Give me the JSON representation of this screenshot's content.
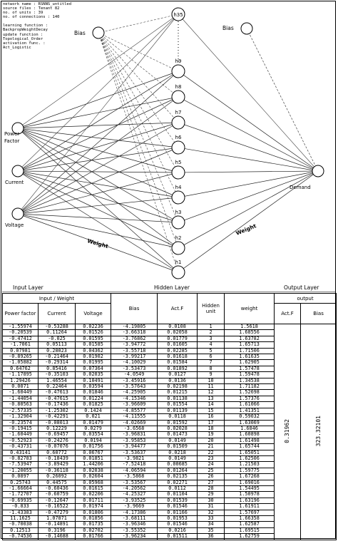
{
  "info": {
    "lines": [
      "network name : RSNNS_untitled",
      "source files : Tenant 82",
      "no. of units : 39",
      "no. of connections : 140"
    ],
    "lines2": [
      "learning function :",
      "BackpropWeightDecay",
      "update function :",
      "Topological_Order",
      "activation func. :",
      "Act_Logistic"
    ]
  },
  "network": {
    "inputs": [
      "Power Factor",
      "Current",
      "Voltage"
    ],
    "hidden": [
      "h1",
      "h2",
      "h3",
      "h4",
      "h5",
      "h6",
      "h7",
      "h8",
      "h9",
      "h35"
    ],
    "output": "Demand",
    "bias_label": "Bias",
    "weight_label": "Weight",
    "layers": [
      "Input Layer",
      "Hidden Layer",
      "Output Layer"
    ]
  },
  "table": {
    "group_input": "Input / Weight",
    "group_output": "output",
    "col_power": "Power factor",
    "col_current": "Current",
    "col_voltage": "Voltage",
    "col_bias": "Bias",
    "col_actf": "Act.F",
    "col_hidden": "Hidden unit",
    "col_weight": "weight",
    "col_out_actf": "Act.F",
    "col_out_bias": "Bias",
    "out_actf_value": "0.31962",
    "out_bias_value": "323.32101",
    "rows": [
      [
        "-1.55974",
        "-0.53288",
        "0.02236",
        "-4.19805",
        "0.0108",
        "1",
        "1.5618"
      ],
      [
        "-0.20539",
        "0.11264",
        "0.01526",
        "-3.66318",
        "0.02058",
        "2",
        "1.68556"
      ],
      [
        "-0.47412",
        "-0.025",
        "0.01595",
        "-3.76862",
        "0.01779",
        "3",
        "1.63782"
      ],
      [
        "-1.7061",
        "0.05113",
        "0.01585",
        "-3.94772",
        "0.01605",
        "4",
        "1.65713"
      ],
      [
        "0.07981",
        "0.28023",
        "0.04362",
        "-3.55718",
        "0.02285",
        "5",
        "1.71506"
      ],
      [
        "-0.89265",
        "-0.21464",
        "0.01902",
        "-3.99217",
        "0.01618",
        "6",
        "1.61635"
      ],
      [
        "-1.05882",
        "-0.29314",
        "0.01995",
        "-4.10029",
        "0.01584",
        "7",
        "1.62905"
      ],
      [
        "0.64762",
        "0.85416",
        "0.07364",
        "-3.53473",
        "0.01892",
        "8",
        "1.57478"
      ],
      [
        "-1.17895",
        "-0.35103",
        "0.02035",
        "-4.0549",
        "0.0127",
        "9",
        "1.59478"
      ],
      [
        "1.29426",
        "1.46554",
        "0.10491",
        "-3.45916",
        "0.0136",
        "10",
        "1.34538"
      ],
      [
        "0.0071",
        "0.22464",
        "0.03594",
        "-3.57643",
        "0.02198",
        "11",
        "1.71182"
      ],
      [
        "-1.60449",
        "-0.47613",
        "0.01846",
        "-4.25905",
        "0.01215",
        "12",
        "1.52698"
      ],
      [
        "-1.44054",
        "-0.47615",
        "0.01224",
        "-4.15346",
        "0.01138",
        "13",
        "1.57376"
      ],
      [
        "-0.80563",
        "-0.17436",
        "0.01825",
        "-3.96609",
        "0.01554",
        "14",
        "1.61066"
      ],
      [
        "-2.57335",
        "-1.25302",
        "0.1424",
        "-4.85577",
        "0.01139",
        "15",
        "1.41351"
      ],
      [
        "-1.32904",
        "-0.42291",
        "0.021",
        "-4.11555",
        "0.0118",
        "16",
        "0.59032"
      ],
      [
        "-0.23574",
        "-0.08013",
        "0.01479",
        "-4.02669",
        "0.01592",
        "17",
        "1.63069"
      ],
      [
        "-0.19415",
        "0.12229",
        "0.0279",
        "-3.6568",
        "0.02028",
        "18",
        "1.6846"
      ],
      [
        "-1.60449",
        "-0.69457",
        "0.03554",
        "-3.96831",
        "0.01473",
        "19",
        "1.60898"
      ],
      [
        "-0.52923",
        "-0.24276",
        "0.0194",
        "-3.95853",
        "0.0149",
        "20",
        "1.61498"
      ],
      [
        "-0.43731",
        "-0.07076",
        "0.01756",
        "-3.94477",
        "0.01509",
        "21",
        "1.65744"
      ],
      [
        "0.43141",
        "0.60772",
        "0.06767",
        "-3.53637",
        "0.0218",
        "22",
        "1.65051"
      ],
      [
        "-0.82783",
        "-0.18439",
        "0.01851",
        "-3.9821",
        "0.0149",
        "23",
        "1.62506"
      ],
      [
        "-7.53947",
        "-3.89429",
        "1.44206",
        "-7.52418",
        "0.00685",
        "24",
        "1.21503"
      ],
      [
        "-1.20055",
        "-0.36118",
        "0.02038",
        "-4.06594",
        "0.01264",
        "25",
        "1.59775"
      ],
      [
        "0.0897",
        "0.26092",
        "0.02604",
        "-3.5868",
        "0.02135",
        "26",
        "1.67268"
      ],
      [
        "0.25743",
        "0.44575",
        "0.05968",
        "-3.53567",
        "0.02271",
        "27",
        "1.69016"
      ],
      [
        "-1.66664",
        "-0.60436",
        "0.01615",
        "-4.20562",
        "0.0112",
        "28",
        "1.54495"
      ],
      [
        "-1.72707",
        "-0.60759",
        "0.02206",
        "-4.25327",
        "0.01104",
        "29",
        "1.50978"
      ],
      [
        "-0.69935",
        "-0.12647",
        "0.01711",
        "-3.93525",
        "0.01539",
        "30",
        "1.63196"
      ],
      [
        "-0.833",
        "-0.16522",
        "0.01974",
        "-3.9669",
        "0.01546",
        "31",
        "1.61911"
      ],
      [
        "-1.43383",
        "-0.47279",
        "0.01806",
        "-4.17386",
        "0.01166",
        "32",
        "1.57697"
      ],
      [
        "11.1625",
        "1.07871",
        "0.01856",
        "-3.68111",
        "0.01953",
        "33",
        "1.66358"
      ],
      [
        "-0.70038",
        "-0.14891",
        "0.01735",
        "-3.96346",
        "0.01546",
        "34",
        "1.62587"
      ],
      [
        "0.12513",
        "0.3196",
        "0.02702",
        "-3.55352",
        "0.0216",
        "35",
        "1.69515"
      ],
      [
        "-0.74536",
        "-0.14688",
        "0.01766",
        "-3.96234",
        "0.01511",
        "36",
        "1.62759"
      ]
    ]
  }
}
